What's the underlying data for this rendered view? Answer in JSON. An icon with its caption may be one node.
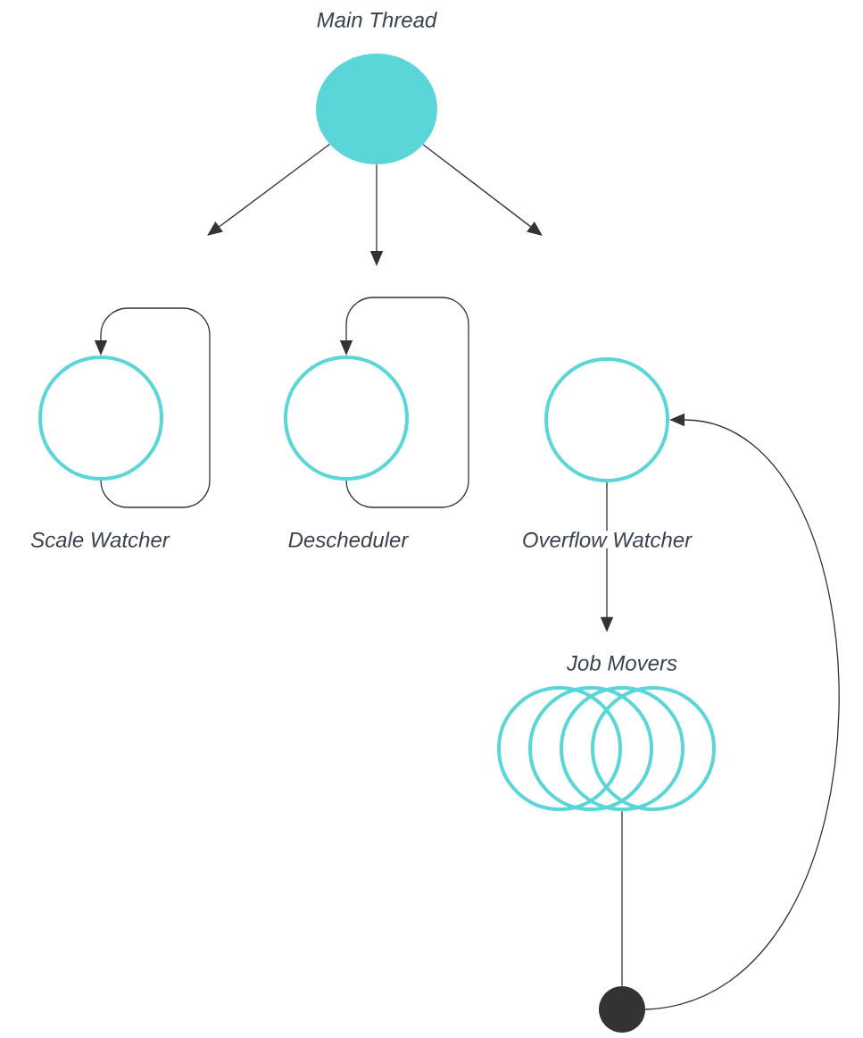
{
  "diagram": {
    "nodes": [
      {
        "text": [
          "Main Thread"
        ]
      },
      {
        "text": [
          "Scale Watcher"
        ]
      },
      {
        "text": [
          "Descheduler"
        ]
      },
      {
        "text": [
          "Overflow Watcher"
        ]
      },
      {
        "text": [
          "Job Movers"
        ]
      },
      {
        "text": [],
        "shape": "circle"
      }
    ],
    "edges": [
      {
        "from": 0,
        "to": null,
        "arrow": "to"
      },
      {
        "from": 0,
        "to": null,
        "arrow": "to"
      },
      {
        "from": 0,
        "to": null,
        "arrow": "to"
      },
      {
        "from": 1,
        "to": 1,
        "arrow": "to"
      },
      {
        "from": 2,
        "to": 2,
        "arrow": "to"
      },
      {
        "from": 3,
        "to": 4,
        "arrow": "to"
      },
      {
        "from": 4,
        "to": 5,
        "arrow": "none"
      },
      {
        "from": 5,
        "to": 3,
        "arrow": "to"
      }
    ]
  }
}
